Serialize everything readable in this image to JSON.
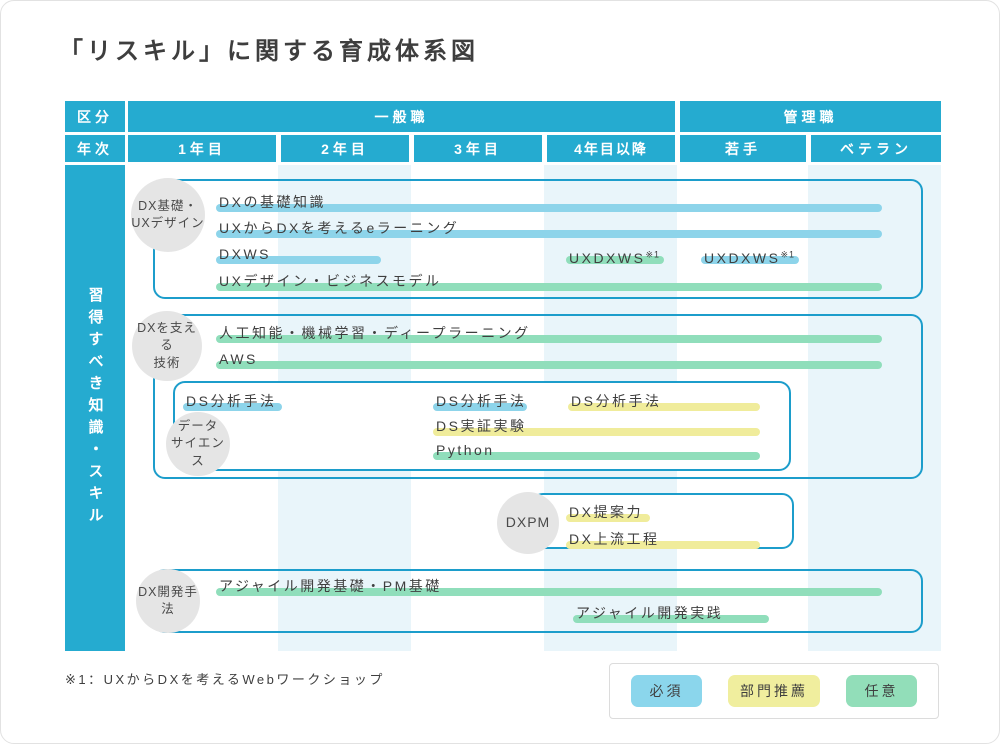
{
  "title": "「リスキル」に関する育成体系図",
  "table": {
    "corner_top": "区分",
    "corner_bottom": "年次",
    "groups": [
      "一般職",
      "管理職"
    ],
    "columns": [
      "1年目",
      "2年目",
      "3年目",
      "4年目以降",
      "若手",
      "ベテラン"
    ]
  },
  "sidebar": {
    "label": "習得すべき知識・スキル"
  },
  "boxes": [
    {
      "name": "dx-basics-ux-design",
      "circle": "DX基礎・\nUXデザイン",
      "items": [
        {
          "label": "DXの基礎知識",
          "type": "required"
        },
        {
          "label": "UXからDXを考えるeラーニング",
          "type": "required"
        },
        {
          "label": "DXWS",
          "type": "required"
        },
        {
          "label": "UXDXWS",
          "note": "※1",
          "type": "optional"
        },
        {
          "label": "UXDXWS",
          "note": "※1",
          "type": "required"
        },
        {
          "label": "UXデザイン・ビジネスモデル",
          "type": "optional"
        }
      ]
    },
    {
      "name": "dx-supporting-tech",
      "circle": "DXを支える\n技術",
      "items": [
        {
          "label": "人工知能・機械学習・ディープラーニング",
          "type": "optional"
        },
        {
          "label": "AWS",
          "type": "optional"
        }
      ]
    },
    {
      "name": "data-science",
      "circle": "データ\nサイエンス",
      "items": [
        {
          "label": "DS分析手法",
          "type": "required"
        },
        {
          "label": "DS分析手法",
          "type": "required"
        },
        {
          "label": "DS分析手法",
          "type": "recommended"
        },
        {
          "label": "DS実証実験",
          "type": "recommended"
        },
        {
          "label": "Python",
          "type": "optional"
        }
      ]
    },
    {
      "name": "dxpm",
      "circle": "DXPM",
      "items": [
        {
          "label": "DX提案力",
          "type": "recommended"
        },
        {
          "label": "DX上流工程",
          "type": "recommended"
        }
      ]
    },
    {
      "name": "dx-dev-methods",
      "circle": "DX開発手法",
      "items": [
        {
          "label": "アジャイル開発基礎・PM基礎",
          "type": "optional"
        },
        {
          "label": "アジャイル開発実践",
          "type": "optional"
        }
      ]
    }
  ],
  "footnote": "※1：UXからDXを考えるWebワークショップ",
  "legend": {
    "items": [
      {
        "label": "必須",
        "type": "required",
        "color": "#8BD6EC"
      },
      {
        "label": "部門推薦",
        "type": "recommended",
        "color": "#F0EE9E"
      },
      {
        "label": "任意",
        "type": "optional",
        "color": "#92DEB9"
      }
    ]
  },
  "colors": {
    "header_blue": "#25ABD0",
    "column_stripe": "#E9F5FA",
    "box_border": "#1C9DCB",
    "bar_required": "#8DD4EA",
    "bar_recommended": "#F0EC9B",
    "bar_optional": "#90DEBB",
    "circle_gray": "#E5E5E5",
    "text": "#3F3F3F"
  }
}
